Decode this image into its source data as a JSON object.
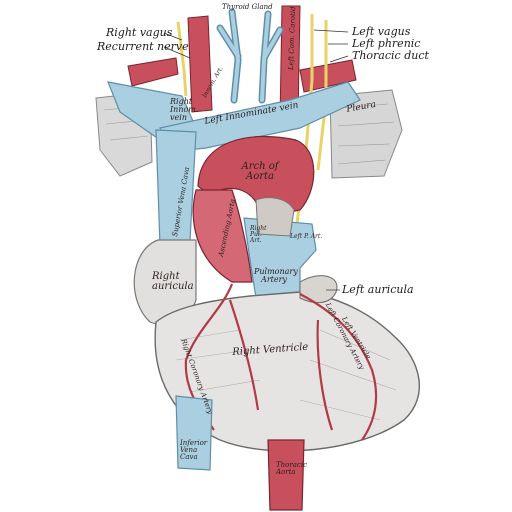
{
  "labels": {
    "right_vagus": "Right vagus",
    "recurrent_nerve": "Recurrent nerve",
    "thyroid_gland": "Thyroid Gland",
    "left_vagus": "Left vagus",
    "left_phrenic": "Left phrenic",
    "thoracic_duct": "Thoracic duct",
    "right_innom_vein": "Right Innom. vein",
    "left_innominate_vein": "Left Innominate vein",
    "pleura": "Pleura",
    "arch_of_aorta": "Arch of Aorta",
    "superior_vena_cava": "Superior Vena Cava",
    "ascending_aorta": "Ascending Aorta",
    "right_auricula": "Right auricula",
    "pulmonary_artery": "Pulmonary Artery",
    "left_auricula": "Left auricula",
    "right_ventricle": "Right Ventricle",
    "left_ventricle": "Left Ventricle",
    "right_coronary_artery": "Right Coronary Artery",
    "left_coronary_artery": "Left Coronary Artery",
    "inferior_vena_cava": "Inferior Vena Cava",
    "thoracic_aorta": "Thoracic Aorta",
    "left_common_carotid": "Left Com. Carotid",
    "right_pul_art": "Right Pul. Art.",
    "left_pul_art": "Left P. Art.",
    "innom_art": "Innom. Art."
  },
  "colors": {
    "vein_blue": "#a9cfe0",
    "vein_edge": "#5f8fa8",
    "artery_red": "#c8505c",
    "artery_dark": "#9a2f3a",
    "heart_gray": "#e4e2e0",
    "heart_shade": "#bdb8b4",
    "nerve_yellow": "#e8d36a",
    "pleura_gray": "#d6d6d6"
  }
}
